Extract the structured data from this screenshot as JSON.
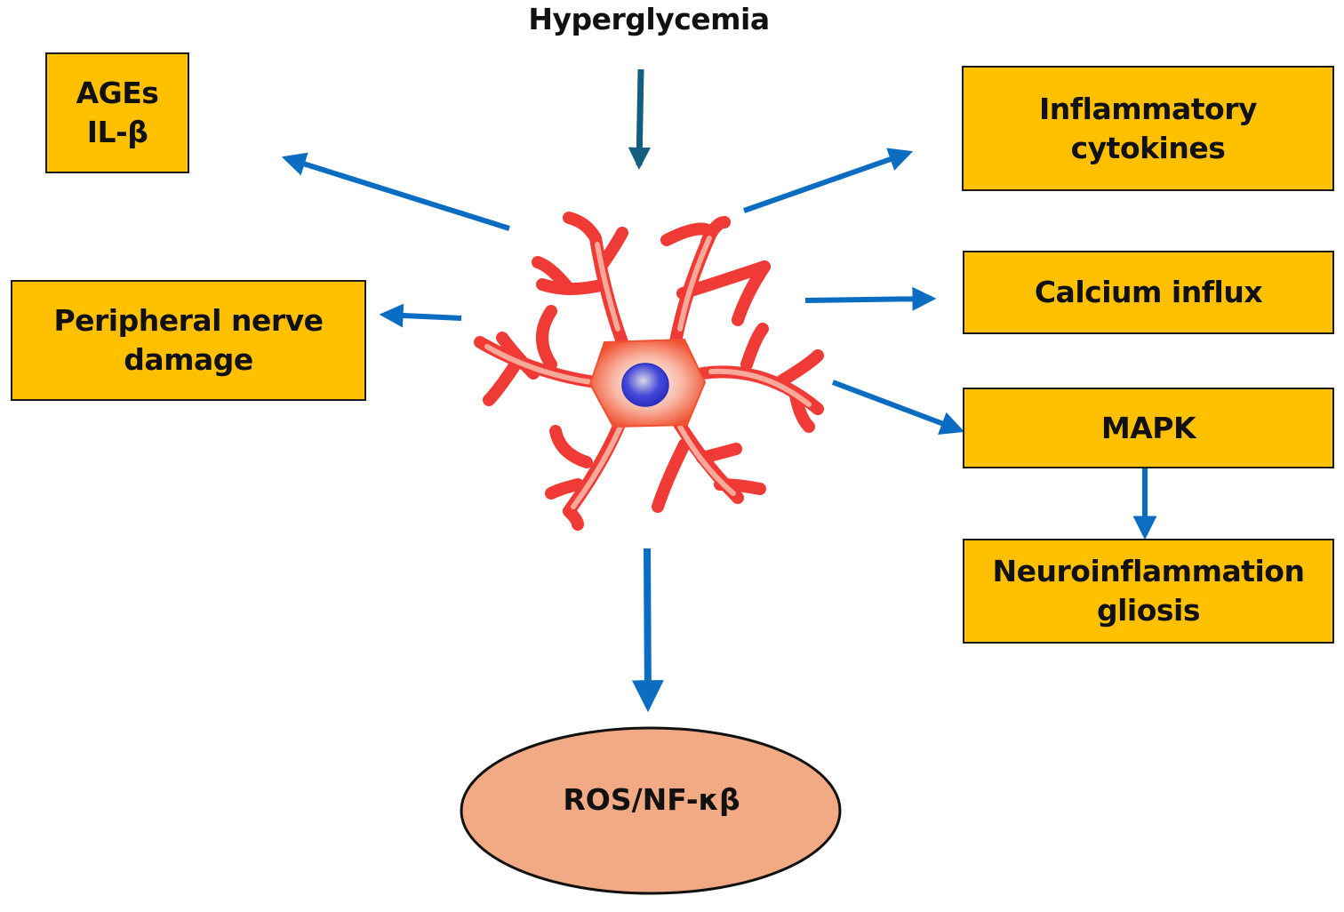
{
  "diagram": {
    "title": "Hyperglycemia",
    "center_node": "microglia-cell",
    "boxes": {
      "ages": "AGEs\nIL-β",
      "peripheral": "Peripheral nerve\ndamage",
      "inflammatory": "Inflammatory\ncytokines",
      "calcium": "Calcium influx",
      "mapk": "MAPK",
      "neuro": "Neuroinflammation\ngliosis"
    },
    "oval": "ROS/NF-κβ",
    "edges": [
      {
        "from": "Hyperglycemia",
        "to": "microglia-cell"
      },
      {
        "from": "microglia-cell",
        "to": "AGEs IL-β"
      },
      {
        "from": "microglia-cell",
        "to": "Peripheral nerve damage"
      },
      {
        "from": "microglia-cell",
        "to": "Inflammatory cytokines"
      },
      {
        "from": "microglia-cell",
        "to": "Calcium influx"
      },
      {
        "from": "microglia-cell",
        "to": "MAPK"
      },
      {
        "from": "MAPK",
        "to": "Neuroinflammation gliosis"
      },
      {
        "from": "microglia-cell",
        "to": "ROS/NF-κβ"
      }
    ],
    "colors": {
      "box_fill": "#FFC000",
      "arrow": "#0A6DC2",
      "top_arrow": "#145E80",
      "oval_fill": "#F2AA84",
      "cell": "#F03A35",
      "nucleus": "#3A3FD6"
    }
  }
}
